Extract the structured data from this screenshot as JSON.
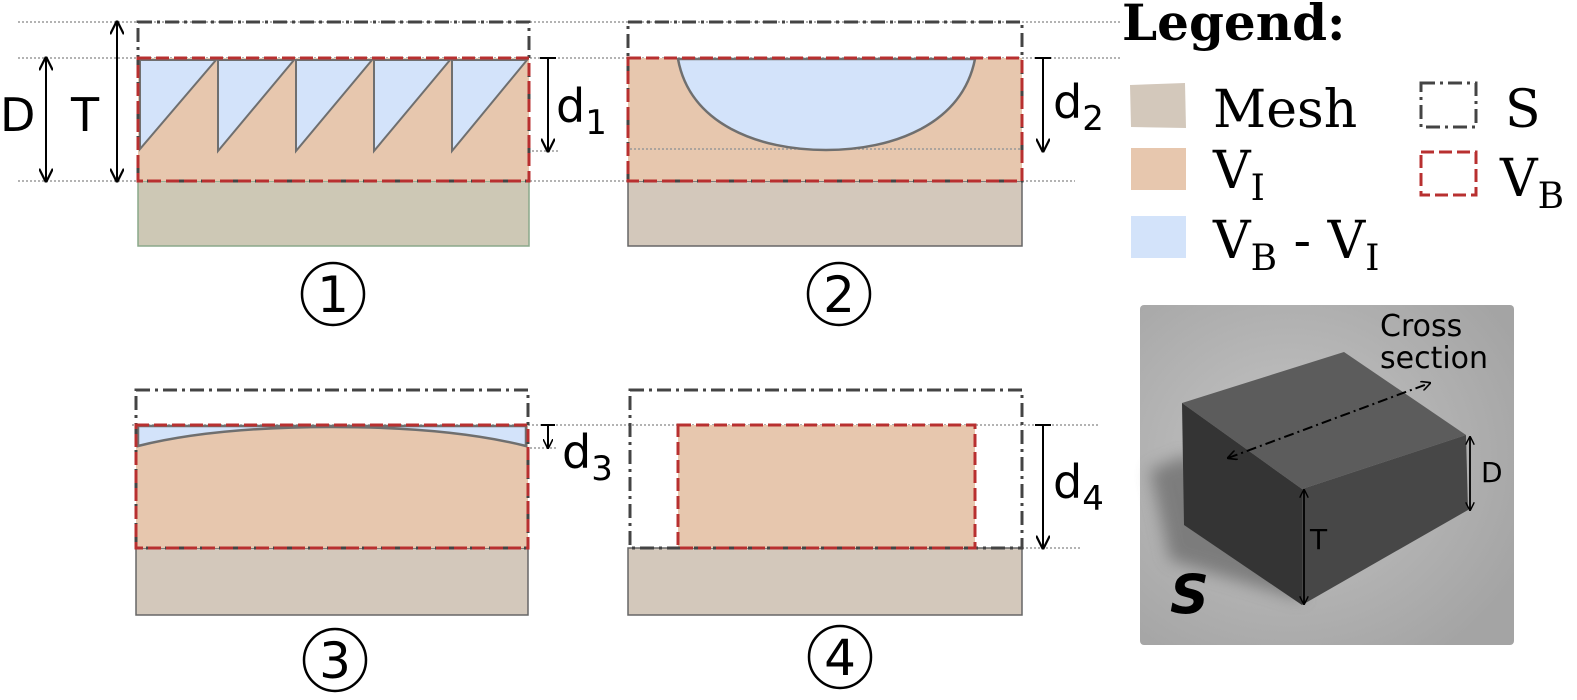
{
  "colors": {
    "mesh": "#d3c8bb",
    "mesh_green_tint": "#cdc8b5",
    "v_i": "#e7c7ae",
    "vb_minus_vi": "#d3e3fa",
    "s_border": "#444444",
    "vb_border": "#b83030",
    "guide_line": "#999999",
    "photo_bg": "#a9a9a9",
    "cube_front": "#3a3a3a",
    "cube_top": "#5a5a5a",
    "cube_right": "#4a4a4a"
  },
  "dimensions": {
    "D": "D",
    "T": "T",
    "d1_base": "d",
    "d1_sub": "1",
    "d2_base": "d",
    "d2_sub": "2",
    "d3_base": "d",
    "d3_sub": "3",
    "d4_base": "d",
    "d4_sub": "4"
  },
  "panels": [
    {
      "label": "1"
    },
    {
      "label": "2"
    },
    {
      "label": "3"
    },
    {
      "label": "4"
    }
  ],
  "legend": {
    "title": "Legend:",
    "mesh_label": "Mesh",
    "s_label": "S",
    "vi_base": "V",
    "vi_sub": "I",
    "vb_base": "V",
    "vb_sub": "B",
    "diff_a_base": "V",
    "diff_a_sub": "B",
    "diff_minus": " - ",
    "diff_b_base": "V",
    "diff_b_sub": "I"
  },
  "photo": {
    "cross_section_line1": "Cross",
    "cross_section_line2": "section",
    "label_D": "D",
    "label_T": "T",
    "label_S": "S"
  }
}
